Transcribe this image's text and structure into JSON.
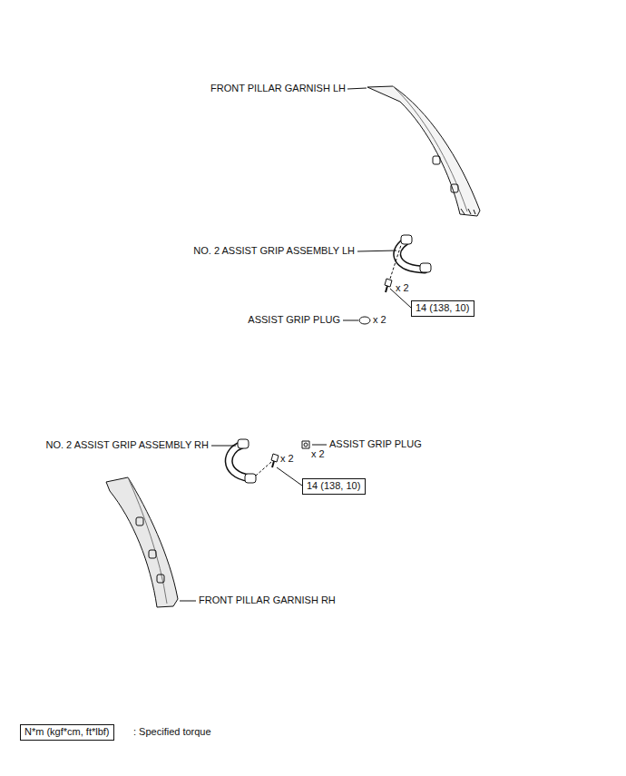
{
  "diagram": {
    "nodes": [
      {
        "text": [
          "14 (138, 10)"
        ]
      },
      {
        "text": [
          "14 (138, 10)"
        ]
      },
      {
        "text": [
          "N*m (kgf*cm, ft*lbf)"
        ]
      }
    ],
    "labels": [
      "FRONT PILLAR GARNISH LH",
      "NO. 2 ASSIST GRIP ASSEMBLY LH",
      "x 2",
      "ASSIST GRIP PLUG",
      "x 2",
      "NO. 2 ASSIST GRIP ASSEMBLY RH",
      "x 2",
      "ASSIST GRIP PLUG",
      "x 2",
      "FRONT PILLAR GARNISH RH",
      ": Specified torque"
    ]
  }
}
